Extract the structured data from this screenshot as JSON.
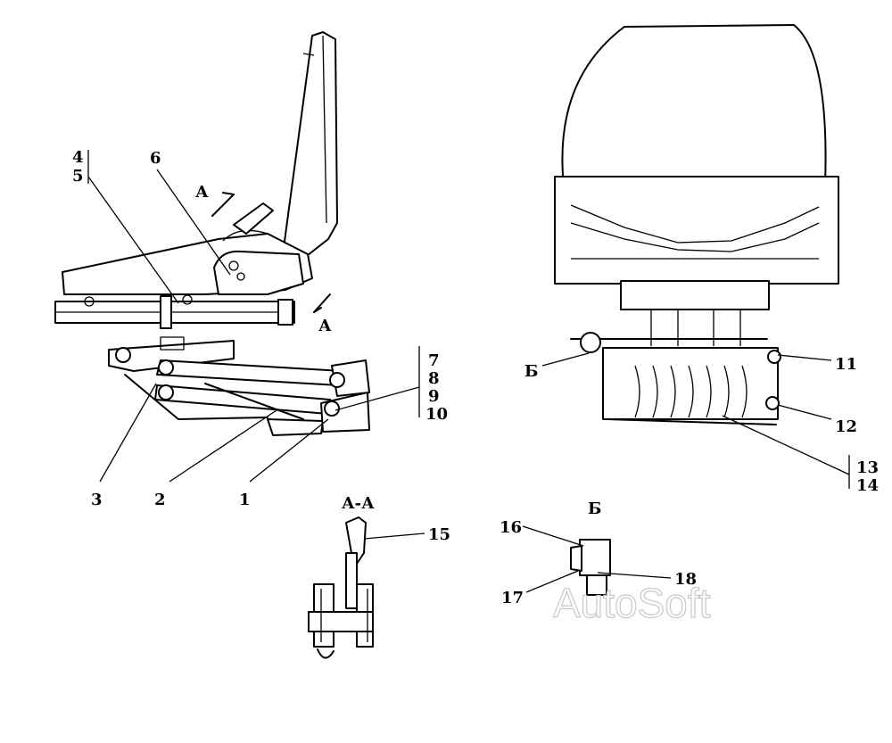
{
  "callouts": {
    "c1": "1",
    "c2": "2",
    "c3": "3",
    "c4": "4",
    "c5": "5",
    "c6": "6",
    "c7": "7",
    "c8": "8",
    "c9": "9",
    "c10": "10",
    "c11": "11",
    "c12": "12",
    "c13": "13",
    "c14": "14",
    "c15": "15",
    "c16": "16",
    "c17": "17",
    "c18": "18"
  },
  "section_marks": {
    "a_top": "А",
    "a_bottom": "А",
    "b_pointer": "Б"
  },
  "views": {
    "section_aa": "А-А",
    "view_b": "Б"
  },
  "watermark": "AutoSoft"
}
